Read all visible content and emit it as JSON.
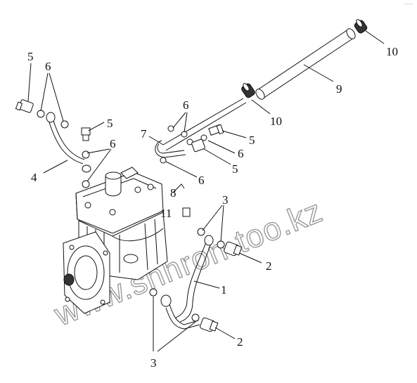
{
  "watermark": "www.shhron-too.kz",
  "corner_mark": "——",
  "callouts": {
    "c10_top": "10",
    "c9": "9",
    "c10_mid": "10",
    "c5_tl": "5",
    "c6_tl": "6",
    "c5_fit": "5",
    "c6_fit": "6",
    "c4": "4",
    "c6_mid": "6",
    "c7": "7",
    "c5_r1": "5",
    "c6_r": "6",
    "c5_r2": "5",
    "c6_low": "6",
    "c8": "8",
    "c11": "11",
    "c3_top": "3",
    "c2_top": "2",
    "c1": "1",
    "c2_bot": "2",
    "c3_bot": "3"
  }
}
